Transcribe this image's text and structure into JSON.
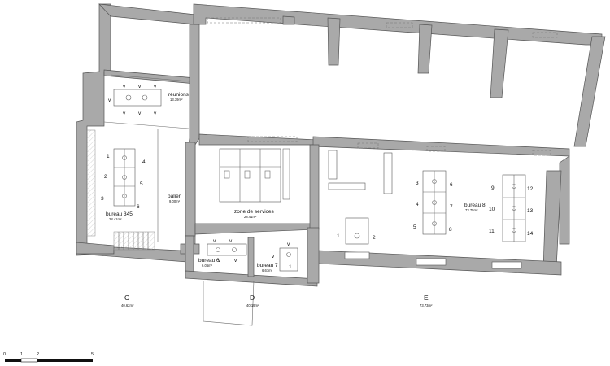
{
  "rooms": {
    "reunions": {
      "name": "réunions",
      "area": "13.39m²"
    },
    "palier": {
      "name": "palier",
      "area": "9.00m²"
    },
    "bureau345": {
      "name": "bureau 345",
      "area": "28.41m²"
    },
    "zone_services": {
      "name": "zone de services",
      "area": "28.41m²"
    },
    "bureau6": {
      "name": "bureau 6",
      "area": "6.06m²"
    },
    "bureau7": {
      "name": "bureau 7",
      "area": "6.61m²"
    },
    "bureau8": {
      "name": "bureau 8",
      "area": "73.75m²"
    }
  },
  "zones": {
    "c": {
      "letter": "C",
      "area": "40.62m²"
    },
    "d": {
      "letter": "D",
      "area": "40.19m²"
    },
    "e": {
      "letter": "E",
      "area": "73.73m²"
    }
  },
  "desks": {
    "d1": "1",
    "d2": "2",
    "d3": "3",
    "d4": "4",
    "d5": "5",
    "d6": "6",
    "b8_3": "3",
    "b8_4": "4",
    "b8_5": "5",
    "b8_6": "6",
    "b8_7": "7",
    "b8_8": "8",
    "b8_9": "9",
    "b8_10": "10",
    "b8_11": "11",
    "b8_12": "12",
    "b8_13": "13",
    "b8_14": "14",
    "e1": "1",
    "e2": "2",
    "b7_1": "1"
  },
  "chair_marks": {
    "v": "v"
  },
  "scale_bar": {
    "labels": [
      "0",
      "1",
      "2",
      "5"
    ]
  }
}
